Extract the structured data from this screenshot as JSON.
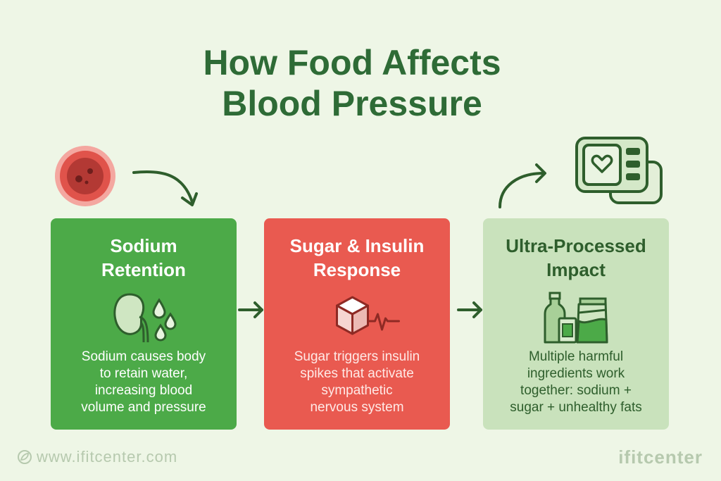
{
  "title": {
    "line1": "How Food Affects",
    "line2": "Blood Pressure"
  },
  "cards": [
    {
      "title_line1": "Sodium",
      "title_line2": "Retention",
      "icon": "kidney-with-water-drops-icon",
      "body": [
        "Sodium causes body",
        "to retain water,",
        "increasing blood",
        "volume and pressure"
      ]
    },
    {
      "title_line1": "Sugar & Insulin",
      "title_line2": "Response",
      "icon": "sugar-cube-heartbeat-icon",
      "body": [
        "Sugar triggers insulin",
        "spikes that activate",
        "sympathetic",
        "nervous system"
      ]
    },
    {
      "title_line1": "Ultra-Processed",
      "title_line2": "Impact",
      "icon": "processed-food-packages-icon",
      "body": [
        "Multiple harmful",
        "ingredients work",
        "together: sodium +",
        "sugar + unhealthy fats"
      ]
    }
  ],
  "footer": {
    "url": "www.ifitcenter.com",
    "brand": "ifitcenter"
  },
  "colors": {
    "background": "#eef6e6",
    "title": "#2e6b36",
    "card_sodium": "#4caa48",
    "card_sugar": "#e95a50",
    "card_processed": "#c9e2bc"
  }
}
